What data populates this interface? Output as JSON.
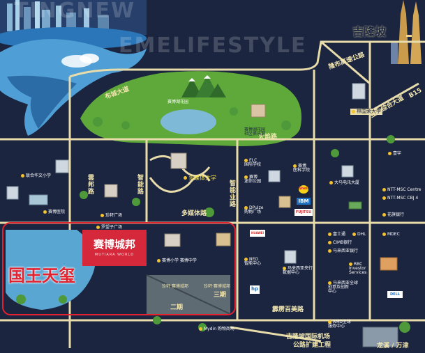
{
  "slogans": {
    "top": "TINGNEW",
    "middle": "EMELIFESTYLE"
  },
  "city": "吉隆坡",
  "roads": {
    "bulong": "布城大道",
    "huoju": "火焰路",
    "duomeiti": "多媒体路",
    "xiabo": "霹雳百美路",
    "yunbang": "雲邦路",
    "zhineng": "智能路",
    "zhiye": "智能业路",
    "longbu": "隆布高速公路",
    "yataizhonghe": "亚太综合大道",
    "b15": "B15",
    "airport_line1": "吉隆坡国际机场",
    "airport_line2": "公路扩建工程",
    "longxi": "龙溪 / 万津"
  },
  "project": {
    "brand_cn": "赛博城邦",
    "brand_en": "MUTIARA WORLD",
    "name": "国王天玺",
    "phase2": "二期",
    "phase3": "三期",
    "phase_label2": "珍轩·赛博城邦",
    "phase_label3": "珍轩·赛博城邦"
  },
  "places": {
    "cyberlake": "赛博湖花园",
    "cyberlake_club": "赛博湖花园\n社区俱乐部",
    "limkokwing": "林国荣大学",
    "mmu": "多媒体大学",
    "lianhe": "联合华文小学",
    "hospital": "赛博医院",
    "mall": "珍轩广场",
    "roman": "罗望子广场",
    "school": "赛博小学 赛博中学",
    "elc": "ELC\n国际学校",
    "park": "赛博\n迷你公园",
    "dpulze": "DPulze\n购物广场",
    "medical": "赛博\n医科学院",
    "mahkota": "大马电讯大厦",
    "shanghai": "壹宇",
    "ntt1": "NTT-MSC Centre",
    "ntt2": "NTT-MSC CBJ 4",
    "citi": "花旗银行",
    "fujitsu": "富士通",
    "dhl": "DHL",
    "cimb": "CIMB银行",
    "maybank": "马来西亚银行",
    "mdec": "MDEC",
    "neo": "NEO\n智能中心",
    "central_bank": "马来西亚央行\n数据中心",
    "rbc": "RBC\nInvestor\nServices",
    "global_services": "马来西亚全球\n创意及创新\n中心",
    "amd": "AMD全球\n服务中心",
    "mydin": "Mydin 购物商场"
  },
  "logos": {
    "ibm": "IBM",
    "shell": "Shell",
    "fujitsu_logo": "FUJITSU",
    "hp": "hp",
    "huawei": "HUAWEI",
    "dell": "DELL"
  },
  "colors": {
    "background": "#1b2540",
    "road": "#e8dcaa",
    "green": "#5fa83a",
    "lake": "#7fb9d8",
    "brand": "#d5283a",
    "highlight": "#e2222f"
  }
}
